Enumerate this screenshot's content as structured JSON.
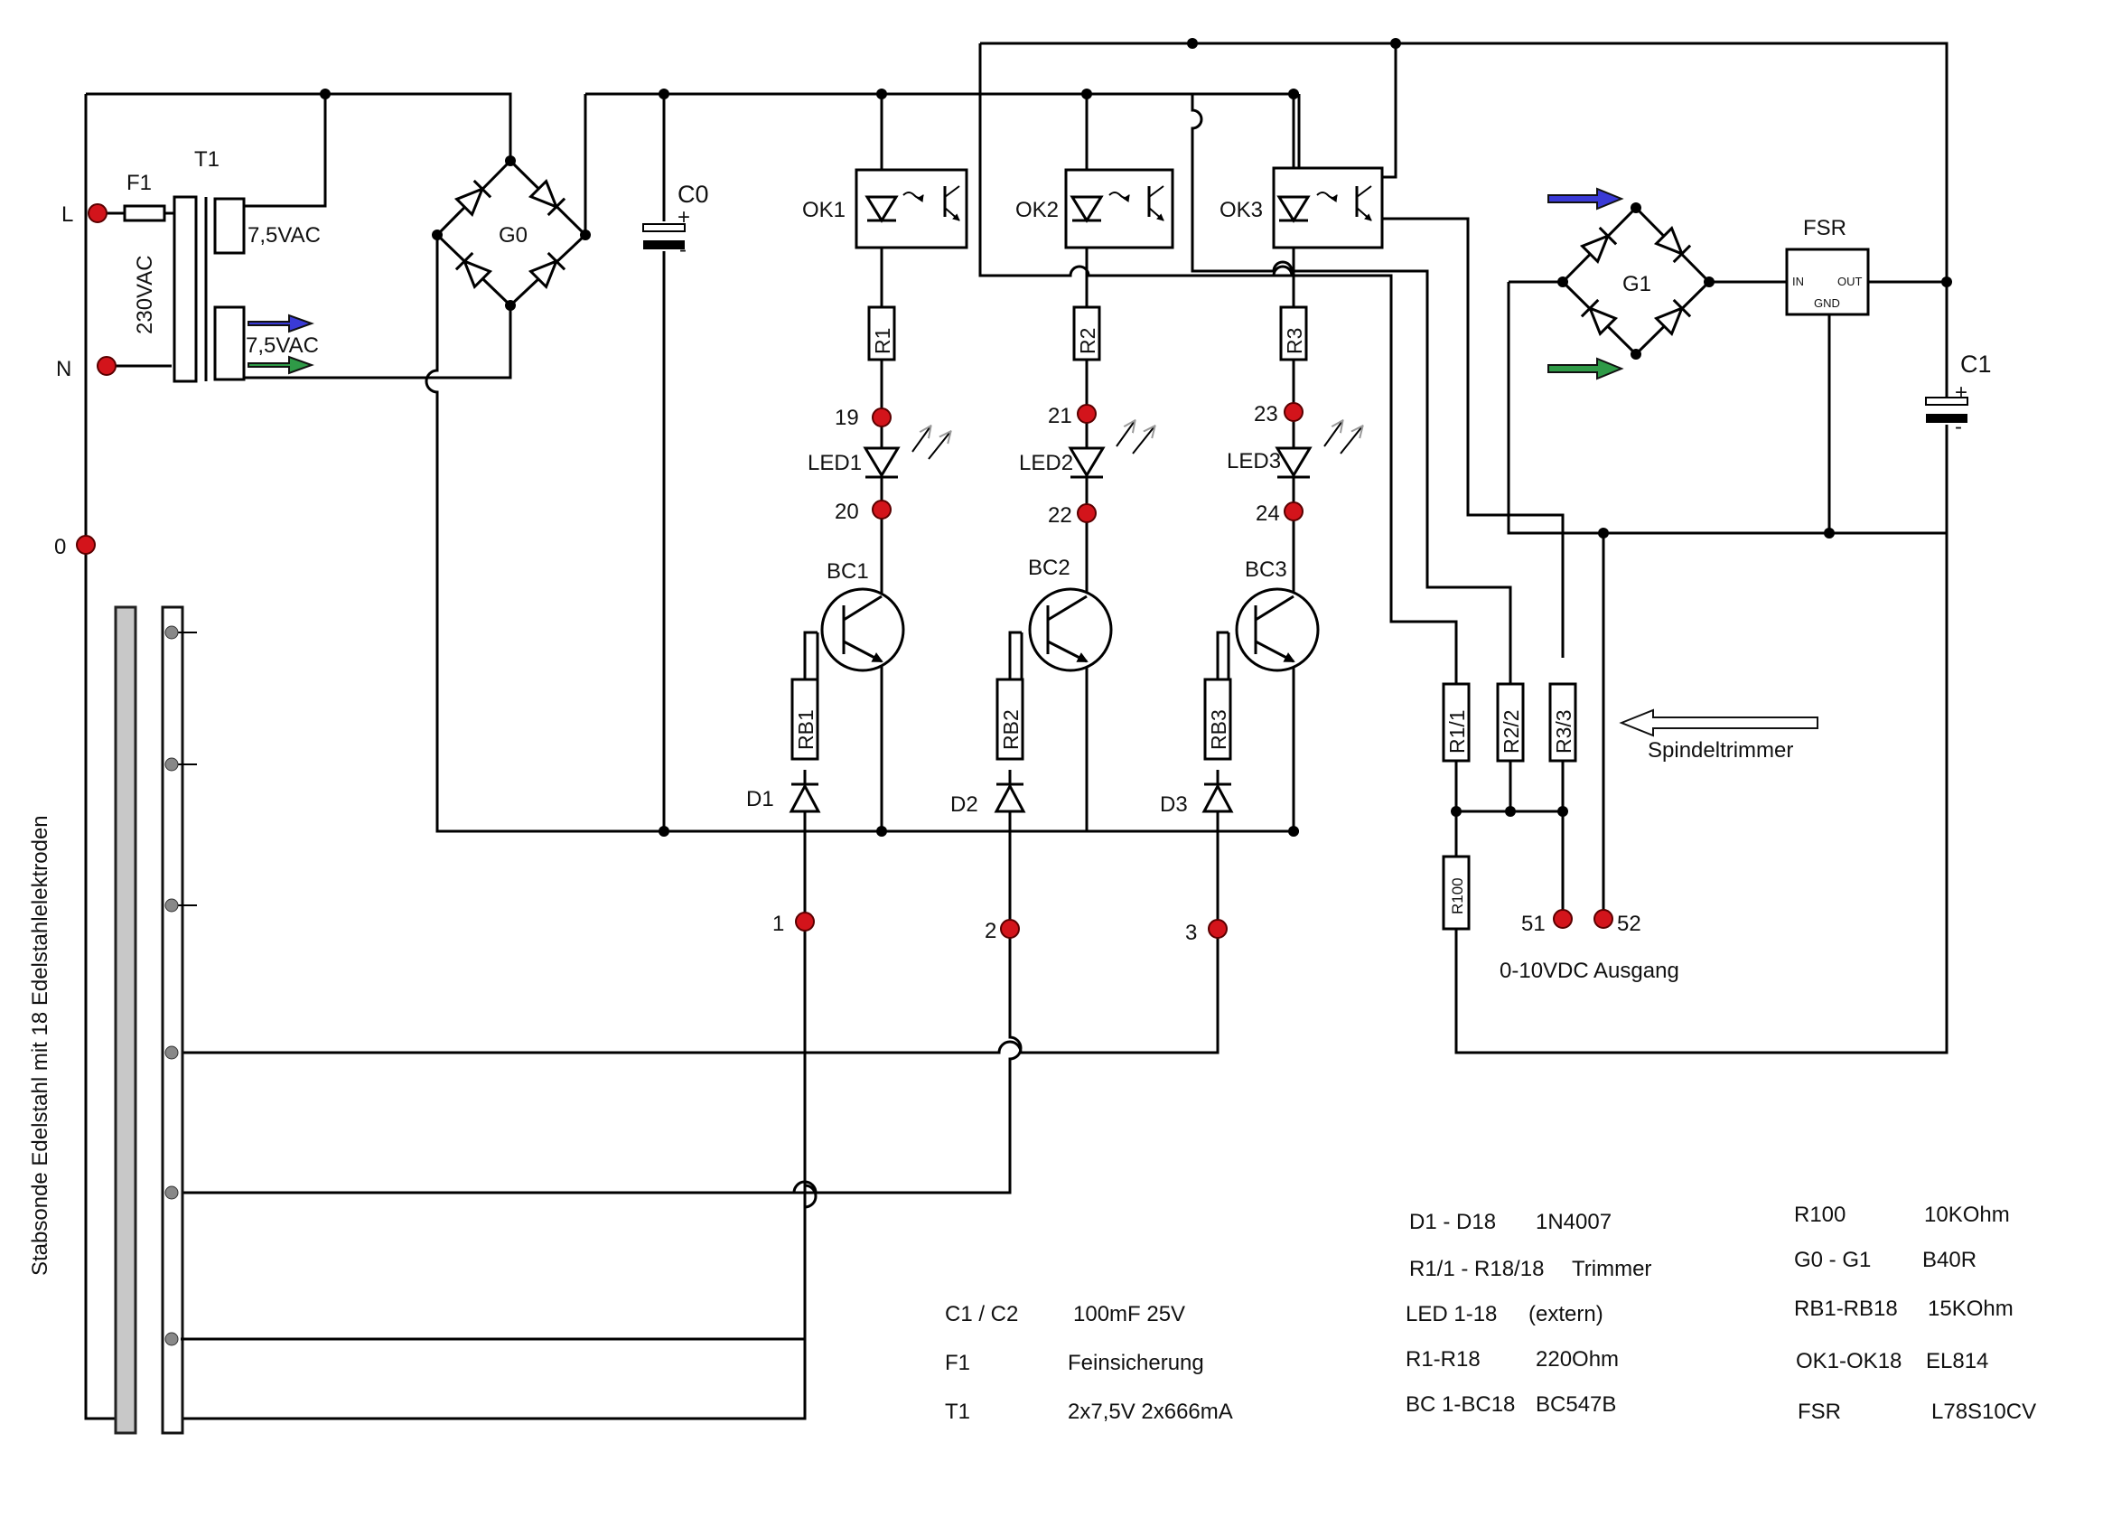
{
  "diagram": {
    "mains": {
      "l": "L",
      "n": "N",
      "zero": "0",
      "fuse": "F1",
      "transformer": "T1",
      "primary": "230VAC",
      "sec_upper": "7,5VAC",
      "sec_lower": "7,5VAC"
    },
    "bridges": {
      "g0": "G0",
      "g1": "G1",
      "fsr": "FSR",
      "fsr_in": "IN",
      "fsr_out": "OUT",
      "fsr_gnd": "GND"
    },
    "caps": {
      "c0": "C0",
      "c1": "C1",
      "plus": "+",
      "minus": "-"
    },
    "channels": [
      {
        "ok": "OK1",
        "r": "R1",
        "led": "LED1",
        "t_top": "19",
        "t_bot": "20",
        "bc": "BC1",
        "rb": "RB1",
        "d": "D1",
        "probe": "1"
      },
      {
        "ok": "OK2",
        "r": "R2",
        "led": "LED2",
        "t_top": "21",
        "t_bot": "22",
        "bc": "BC2",
        "rb": "RB2",
        "d": "D2",
        "probe": "2"
      },
      {
        "ok": "OK3",
        "r": "R3",
        "led": "LED3",
        "t_top": "23",
        "t_bot": "24",
        "bc": "BC3",
        "rb": "RB3",
        "d": "D3",
        "probe": "3"
      }
    ],
    "trimmers": [
      "R1/1",
      "R2/2",
      "R3/3"
    ],
    "r100": "R100",
    "spindel": "Spindeltrimmer",
    "out_terminals": [
      "51",
      "52"
    ],
    "output_label": "0-10VDC Ausgang",
    "rod_label": "Stabsonde Edelstahl mit 18 Edelstahlelektroden",
    "arrow_colors": {
      "blue": "#3a3ad6",
      "green": "#2f9a47"
    }
  },
  "parts_list": {
    "col1": [
      [
        "C1 / C2",
        "100mF 25V"
      ],
      [
        "F1",
        "Feinsicherung"
      ],
      [
        "T1",
        "2x7,5V 2x666mA"
      ]
    ],
    "col2": [
      [
        "D1 - D18",
        "1N4007"
      ],
      [
        "R1/1 - R18/18",
        "Trimmer"
      ],
      [
        "LED 1-18",
        "(extern)"
      ],
      [
        "R1-R18",
        "220Ohm"
      ],
      [
        "BC 1-BC18",
        "BC547B"
      ]
    ],
    "col3": [
      [
        "R100",
        "10KOhm"
      ],
      [
        "G0 - G1",
        "B40R"
      ],
      [
        "RB1-RB18",
        "15KOhm"
      ],
      [
        "OK1-OK18",
        "EL814"
      ],
      [
        "FSR",
        "L78S10CV"
      ]
    ]
  }
}
